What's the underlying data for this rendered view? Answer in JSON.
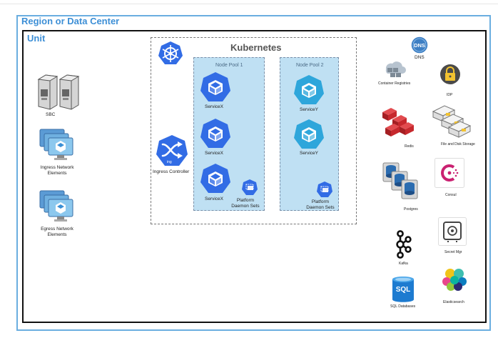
{
  "region": {
    "title": "Region or Data Center"
  },
  "unit": {
    "title": "Unit"
  },
  "kubernetes": {
    "title": "Kubernetes",
    "ingress_controller": {
      "label": "Ingress Controller",
      "icon_text": "ing"
    },
    "node_pools": [
      {
        "title": "Node Pool 1",
        "services": [
          "ServiceX",
          "ServiceX",
          "ServiceX"
        ],
        "daemon_label": "Platform Daemon Sets"
      },
      {
        "title": "Node Pool 2",
        "services": [
          "ServiceY",
          "ServiceY"
        ],
        "daemon_label": "Platform Daemon Sets"
      }
    ]
  },
  "left_column": {
    "sbc": "SBC",
    "ingress": "Ingress Network Elements",
    "egress": "Egress Network Elements"
  },
  "right_services": {
    "dns": "DNS",
    "container_registries": "Container Registries",
    "idp": "IDP",
    "redis": "Redis",
    "file_storage": "File and Disk Storage",
    "postgres": "Postgres",
    "consul": "Consul",
    "kafka": "Kafka",
    "secret_mgr": "Secret Mgr",
    "sql": "SQL Databases",
    "sql_icon_text": "SQL",
    "elasticsearch": "Elasticsearch"
  },
  "colors": {
    "accent": "#3d8fd6",
    "service_blue": "#326ce5",
    "service_light_blue": "#2ea6db",
    "pool_fill": "#bfe0f3",
    "redis_red": "#c6282d"
  }
}
